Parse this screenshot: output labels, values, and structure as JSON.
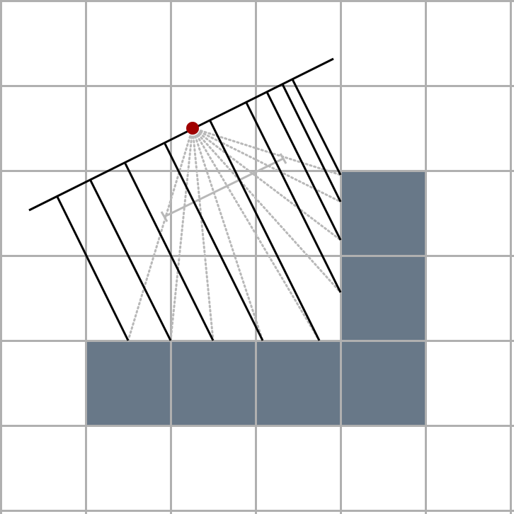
{
  "grid": {
    "cols": 6,
    "rows": 6
  },
  "colors": {
    "background": "#ffffff",
    "grid_line": "#b0b0b0",
    "filled_cell": "#687888",
    "ray": "#000000",
    "sight_line": "#b8b8b8",
    "view_point": "#a00000"
  },
  "filled_cells": [
    [
      2,
      4
    ],
    [
      3,
      4
    ],
    [
      4,
      4
    ],
    [
      1,
      4
    ],
    [
      4,
      2
    ],
    [
      4,
      3
    ]
  ],
  "view_point_icon": "red-dot-icon"
}
